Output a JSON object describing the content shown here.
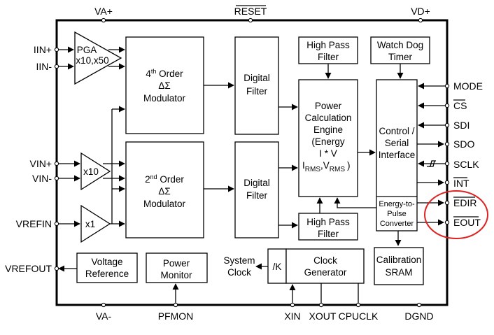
{
  "pins": {
    "top": {
      "va_plus": "VA+",
      "reset": "RESET",
      "vd_plus": "VD+"
    },
    "left": {
      "iin_plus": "IIN+",
      "iin_minus": "IIN-",
      "vin_plus": "VIN+",
      "vin_minus": "VIN-",
      "vrefin": "VREFIN",
      "vrefout": "VREFOUT"
    },
    "right": {
      "mode": "MODE",
      "cs": "CS",
      "sdi": "SDI",
      "sdo": "SDO",
      "sclk": "SCLK",
      "int": "INT",
      "edir": "EDIR",
      "eout": "EOUT"
    },
    "bottom": {
      "va_minus": "VA-",
      "pfmon": "PFMON",
      "xin": "XIN",
      "xout": "XOUT",
      "cpuclk": "CPUCLK",
      "dgnd": "DGND"
    }
  },
  "blocks": {
    "pga": {
      "line1": "PGA",
      "line2": "x10,x50"
    },
    "amp_x10": "x10",
    "amp_x1": "x1",
    "mod4": {
      "order_num": "4",
      "order_sup": "th",
      "order_word": " Order",
      "delta_sigma": "ΔΣ",
      "label": "Modulator"
    },
    "mod2": {
      "order_num": "2",
      "order_sup": "nd",
      "order_word": " Order",
      "delta_sigma": "ΔΣ",
      "label": "Modulator"
    },
    "digital_filter_top": {
      "line1": "Digital",
      "line2": "Filter"
    },
    "digital_filter_bottom": {
      "line1": "Digital",
      "line2": "Filter"
    },
    "hpf_top": {
      "line1": "High Pass",
      "line2": "Filter"
    },
    "hpf_bottom": {
      "line1": "High Pass",
      "line2": "Filter"
    },
    "power_engine": {
      "line1": "Power",
      "line2": "Calculation",
      "line3": "Engine",
      "line4": "(Energy",
      "line5": "I * V",
      "irms_main": "I",
      "irms_sub": "RMS",
      "comma": ",",
      "vrms_main": "V",
      "vrms_sub": "RMS",
      "paren": ")"
    },
    "watchdog": {
      "line1": "Watch Dog",
      "line2": "Timer"
    },
    "control": {
      "line1": "Control /",
      "line2": "Serial",
      "line3": "Interface"
    },
    "e2p": {
      "line1": "Energy-to-",
      "line2": "Pulse",
      "line3": "Converter"
    },
    "vref": {
      "line1": "Voltage",
      "line2": "Reference"
    },
    "power_monitor": {
      "line1": "Power",
      "line2": "Monitor"
    },
    "system_clock": {
      "line1": "System",
      "line2": "Clock"
    },
    "clock_divider": "/K",
    "clock_gen": {
      "line1": "Clock",
      "line2": "Generator"
    },
    "calibration": {
      "line1": "Calibration",
      "line2": "SRAM"
    }
  },
  "colors": {
    "line": "#000000",
    "highlight": "#dd2222",
    "background": "#ffffff"
  }
}
